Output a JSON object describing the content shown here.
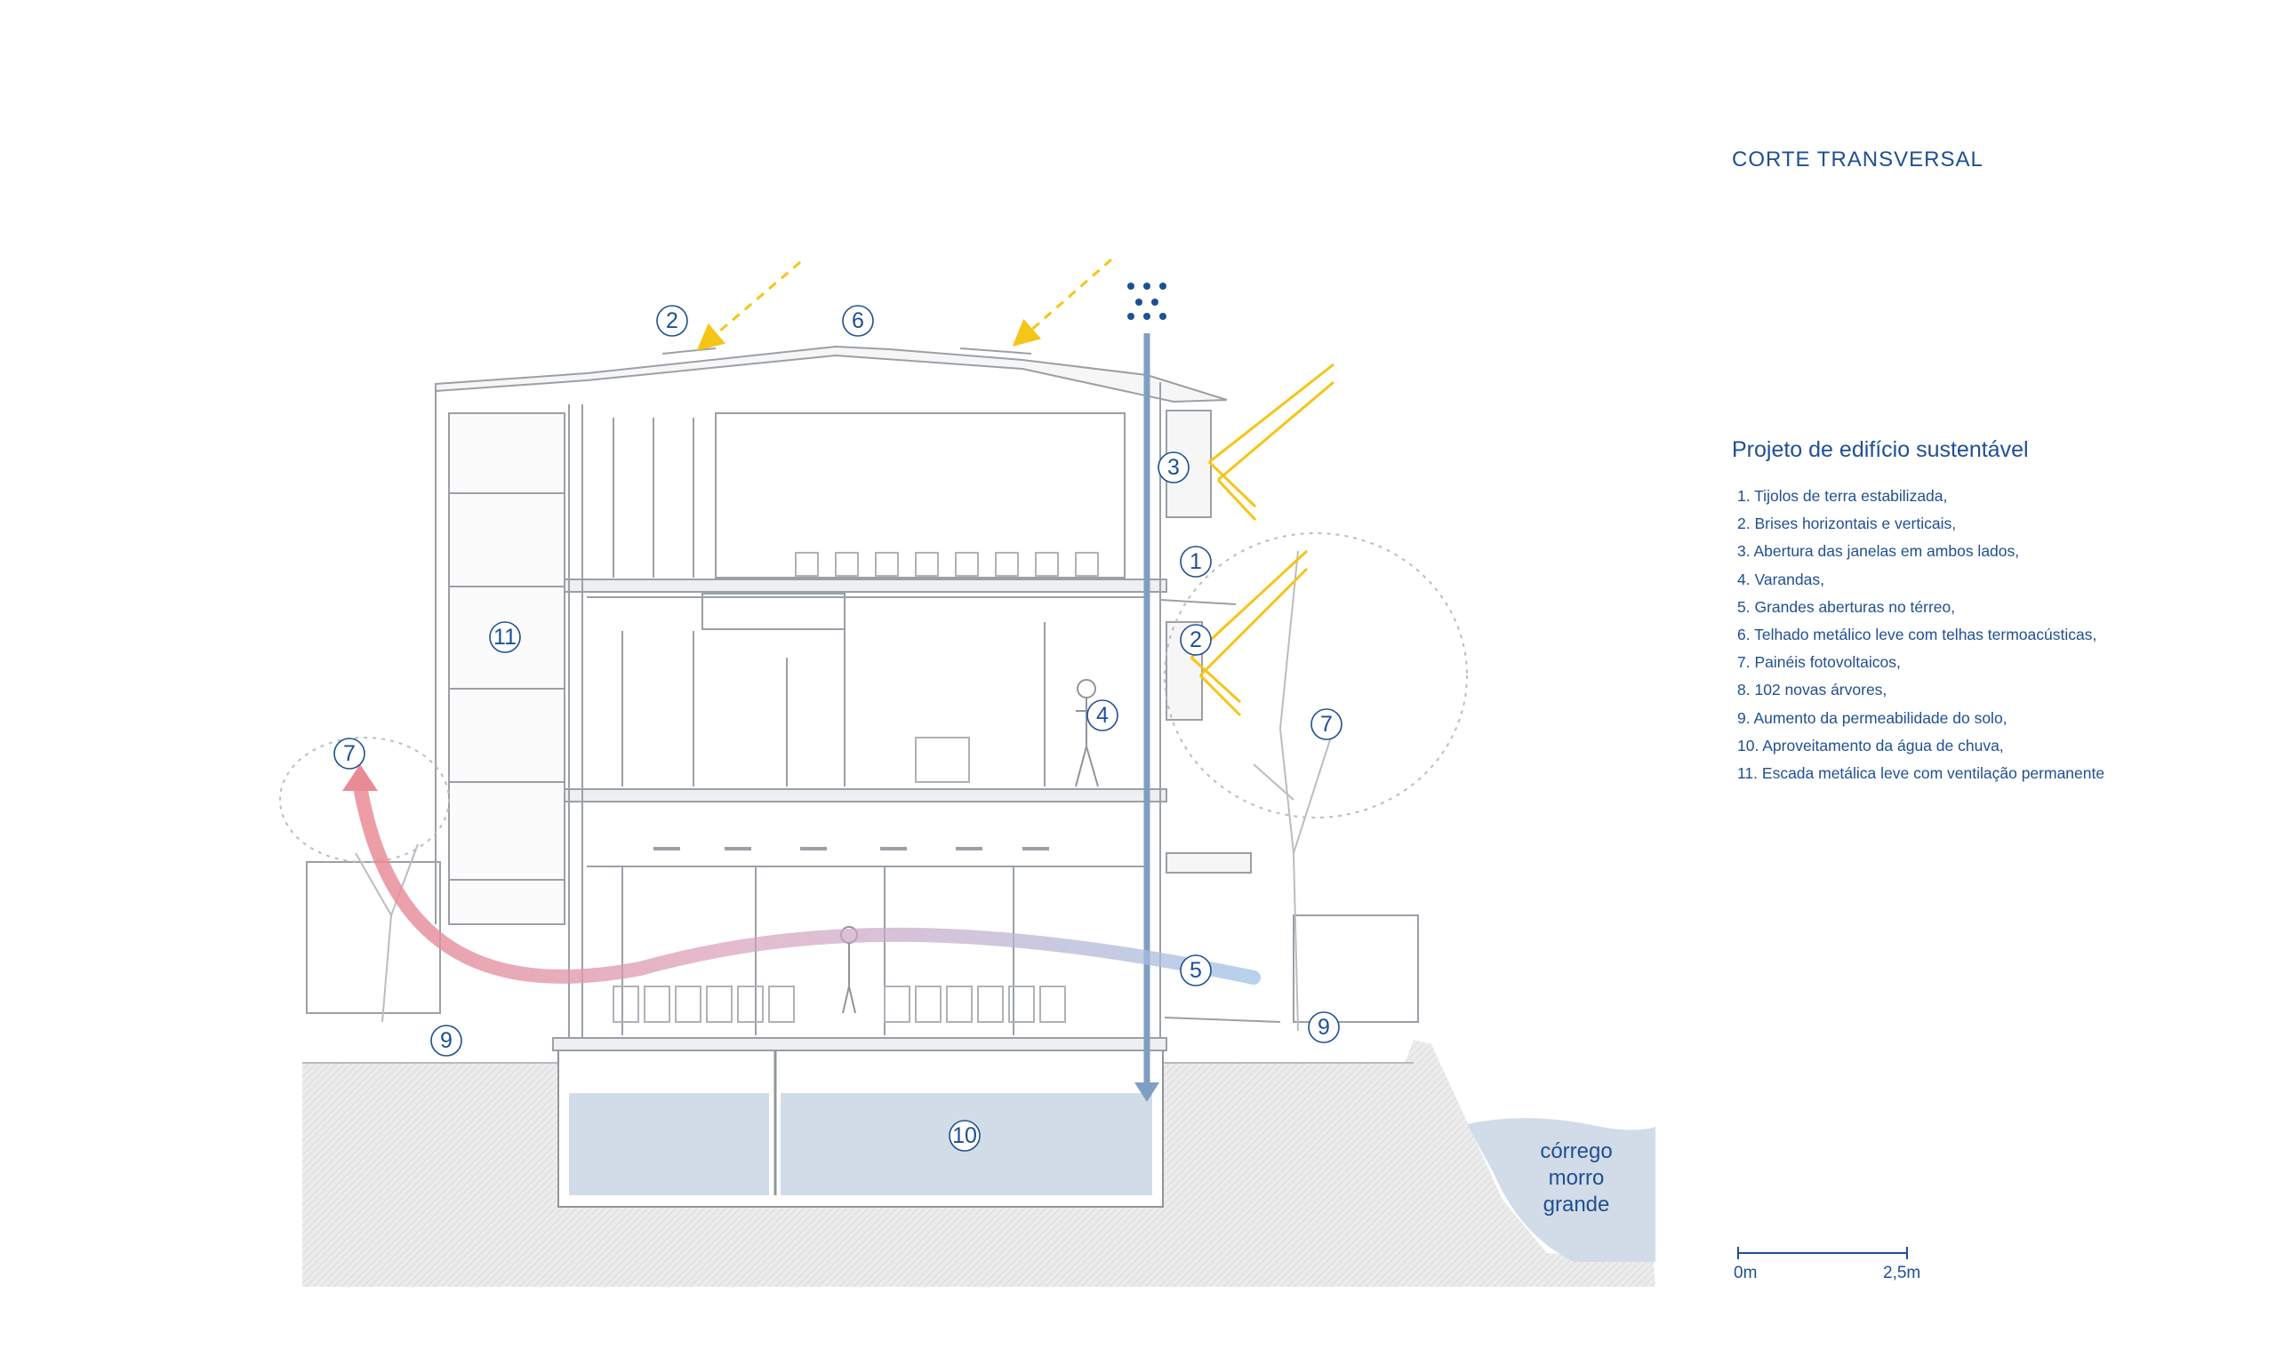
{
  "title": "CORTE TRANSVERSAL",
  "subtitle": "Projeto de edifício sustentável",
  "legend": [
    "1. Tijolos de terra estabilizada,",
    "2. Brises horizontais e verticais,",
    "3. Abertura das janelas em ambos lados,",
    "4. Varandas,",
    "5. Grandes aberturas no térreo,",
    "6. Telhado metálico leve com telhas termoacústicas,",
    "7. Painéis fotovoltaicos,",
    "8. 102 novas árvores,",
    "9. Aumento da permeabilidade do solo,",
    "10. Aproveitamento da água de chuva,",
    "11. Escada metálica leve com ventilação permanente"
  ],
  "scale": {
    "start": "0m",
    "end": "2,5m"
  },
  "stream": {
    "line1": "córrego",
    "line2": "morro",
    "line3": "grande"
  },
  "markers": {
    "m2_roof": "2",
    "m6_roof": "6",
    "m3": "3",
    "m1": "1",
    "m2_side": "2",
    "m11": "11",
    "m4": "4",
    "m7_left": "7",
    "m7_right": "7",
    "m5": "5",
    "m9_left": "9",
    "m9_right": "9",
    "m10": "10"
  },
  "colors": {
    "accent": "#1f4f93",
    "sun_rays": "#f5c518",
    "rain": "#7f9fc2",
    "water": "#d2dce8",
    "warm_air": "#e98b95",
    "cool_air": "#9fc2e6",
    "line": "#9aa0a6",
    "ground": "#e9eaeb"
  }
}
